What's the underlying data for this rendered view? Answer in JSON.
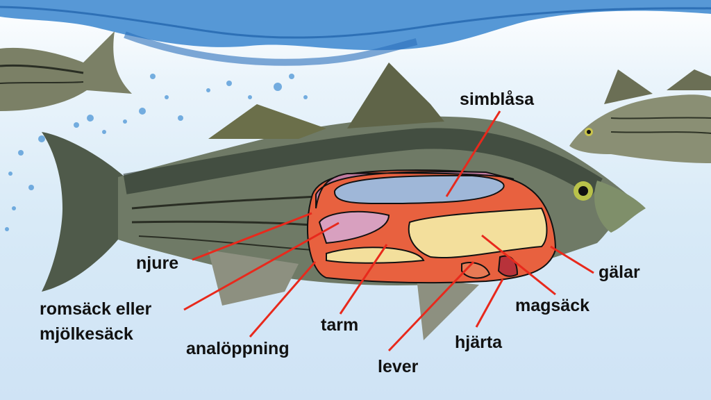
{
  "diagram": {
    "subject": "fish anatomy",
    "labels": [
      {
        "id": "simblasa",
        "text": "simblåsa"
      },
      {
        "id": "njure",
        "text": "njure"
      },
      {
        "id": "romsack",
        "text": "romsäck eller"
      },
      {
        "id": "mjolkesack",
        "text": "mjölkesäck"
      },
      {
        "id": "analoppning",
        "text": "analöppning"
      },
      {
        "id": "tarm",
        "text": "tarm"
      },
      {
        "id": "lever",
        "text": "lever"
      },
      {
        "id": "hjarta",
        "text": "hjärta"
      },
      {
        "id": "magsack",
        "text": "magsäck"
      },
      {
        "id": "galar",
        "text": "gälar"
      }
    ],
    "colors": {
      "leader_line": "#e8291c",
      "label_text": "#111111",
      "swim_bladder": "#9fb7d8",
      "kidney": "#c27ba0",
      "gonad": "#d8a0bf",
      "body_cavity": "#e8613f",
      "intestine": "#f3df9c",
      "heart": "#b8323a",
      "water": "#2f77c0"
    }
  }
}
